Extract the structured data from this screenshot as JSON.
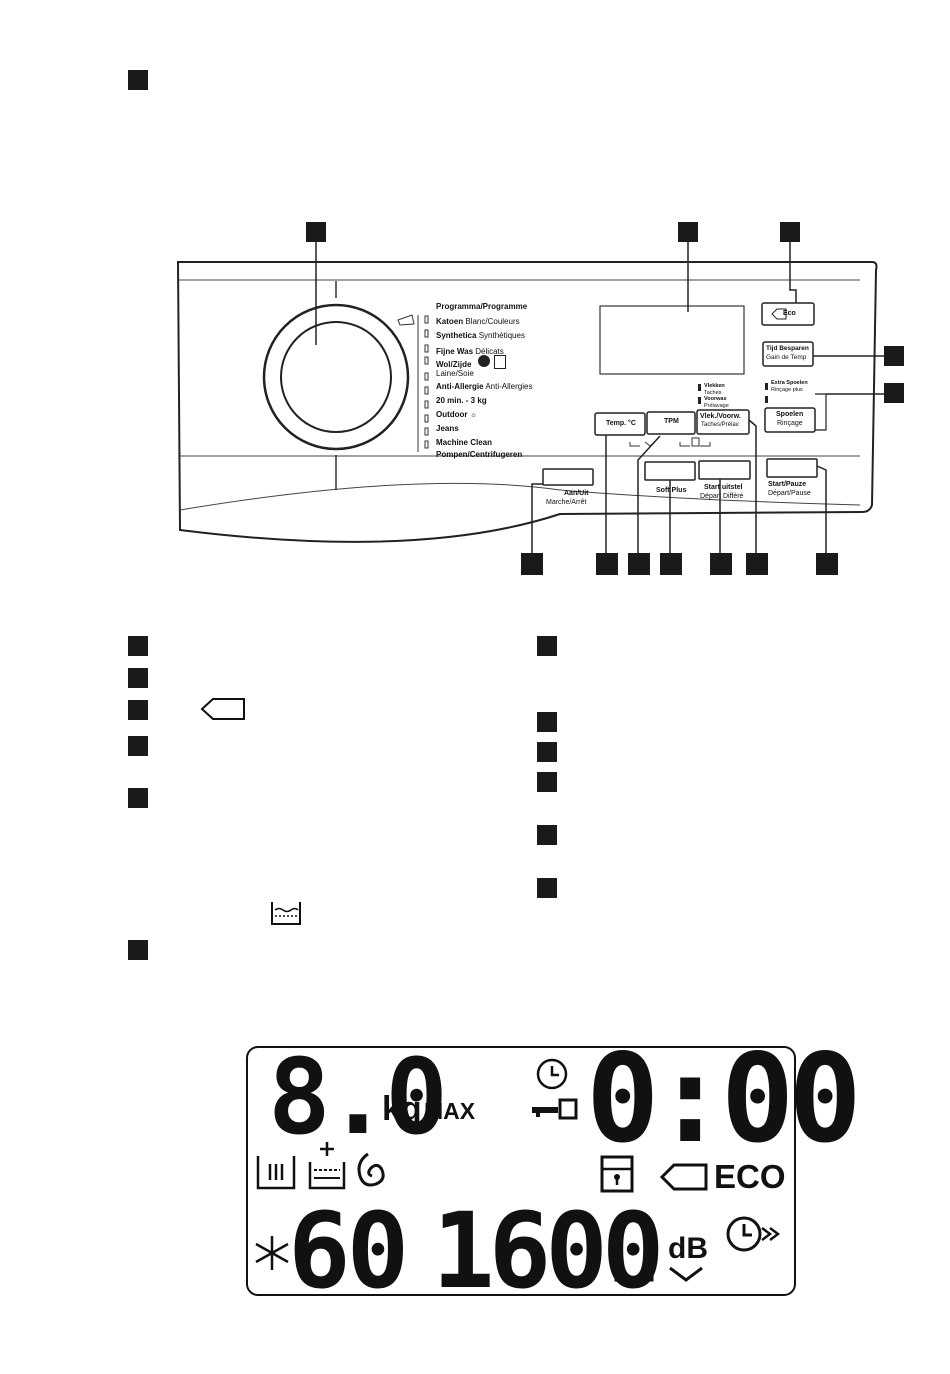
{
  "panel": {
    "program_header": "Programma/Programme",
    "programs": [
      {
        "nl": "Katoen",
        "fr": "Blanc/Couleurs"
      },
      {
        "nl": "Synthetica",
        "fr": "Synthétiques"
      },
      {
        "nl": "Fijne Was",
        "fr": "Délicats"
      },
      {
        "nl": "Wol/Zijde",
        "fr": ""
      },
      {
        "nl": "",
        "fr": "Laine/Soie"
      },
      {
        "nl": "Anti-Allergie",
        "fr": "Anti-Allergies"
      },
      {
        "nl": "20 min. - 3 kg",
        "fr": ""
      },
      {
        "nl": "Outdoor",
        "fr": ""
      },
      {
        "nl": "Jeans",
        "fr": ""
      },
      {
        "nl": "Machine Clean",
        "fr": ""
      },
      {
        "nl": "Pompen/Centrifugeren",
        "fr": ""
      }
    ],
    "buttons": {
      "eco": "Eco",
      "tijd_nl": "Tijd Besparen",
      "tijd_fr": "Gain de Temp",
      "extra_nl": "Extra Spoelen",
      "extra_fr": "Rinçage plus",
      "spoelen_nl": "Spoelen",
      "spoelen_fr": "Rinçage",
      "vlekken_nl": "Vlekken",
      "vlekken_fr": "Taches",
      "voorwas_nl": "Voorwas",
      "voorwas_fr": "Prélavage",
      "vlek_nl": "Vlek./Voorw.",
      "vlek_fr": "Taches/Prélav.",
      "temp": "Temp. °C",
      "tpm": "TPM",
      "aanuit_nl": "Aan/Uit",
      "aanuit_fr": "Marche/Arrêt",
      "soft_plus": "Soft Plus",
      "start_uitstel_nl": "Start uitstel",
      "start_uitstel_fr": "Départ Différé",
      "start_pauze_nl": "Start/Pauze",
      "start_pauze_fr": "Départ/Pause"
    }
  },
  "lcd": {
    "weight": "8.0",
    "kg": "kg",
    "max": "MAX",
    "time": "0:00",
    "eco": "ECO",
    "temp": "60",
    "spin": "1600",
    "db": "dB"
  },
  "icons": [
    "square-callout-marker",
    "eco-tag-icon",
    "prewash-tub-icon",
    "clock-icon",
    "key-lock-icon",
    "door-lock-icon",
    "snowflake-icon",
    "spiral-icon",
    "delay-clock-icon"
  ]
}
